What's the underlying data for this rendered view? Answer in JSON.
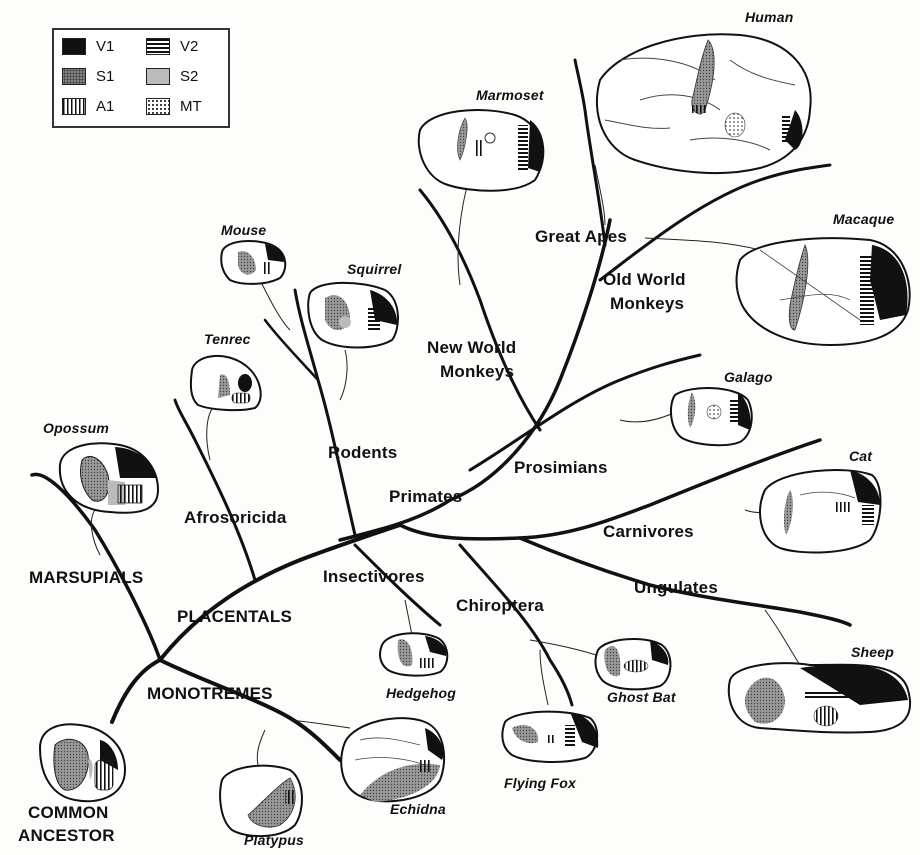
{
  "legend": {
    "v1": "V1",
    "v2": "V2",
    "s1": "S1",
    "s2": "S2",
    "a1": "A1",
    "mt": "MT"
  },
  "clades": {
    "great_apes": "Great Apes",
    "old_world_1": "Old World",
    "old_world_2": "Monkeys",
    "new_world_1": "New World",
    "new_world_2": "Monkeys",
    "prosimians": "Prosimians",
    "primates": "Primates",
    "carnivores": "Carnivores",
    "ungulates": "Ungulates",
    "chiroptera": "Chiroptera",
    "insectivores": "Insectivores",
    "rodents": "Rodents",
    "afrosoricida": "Afrosoricida",
    "placentals": "PLACENTALS",
    "marsupials": "MARSUPIALS",
    "monotremes": "MONOTREMES",
    "common_ancestor_1": "COMMON",
    "common_ancestor_2": "ANCESTOR"
  },
  "species": {
    "human": "Human",
    "marmoset": "Marmoset",
    "macaque": "Macaque",
    "mouse": "Mouse",
    "squirrel": "Squirrel",
    "tenrec": "Tenrec",
    "galago": "Galago",
    "opossum": "Opossum",
    "cat": "Cat",
    "hedgehog": "Hedgehog",
    "ghost_bat": "Ghost Bat",
    "sheep": "Sheep",
    "flying_fox": "Flying  Fox",
    "echidna": "Echidna",
    "platypus": "Platypus"
  },
  "colors": {
    "ink": "#111111",
    "paper": "#fdfdfb",
    "s1_gray": "#8a8a8a",
    "s2_gray": "#c4c4c4"
  }
}
